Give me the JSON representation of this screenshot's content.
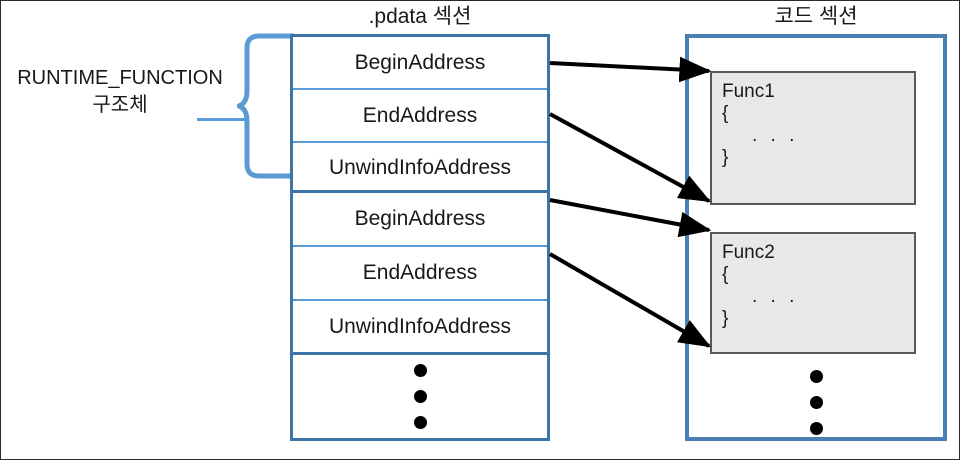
{
  "figure": {
    "type": "diagram",
    "description": "RUNTIME_FUNCTION structures in the .pdata section pointing into functions in the code section"
  },
  "struct_label": {
    "line1": "RUNTIME_FUNCTION",
    "line2": "구조체"
  },
  "pdata_section": {
    "title": ".pdata 섹션",
    "entries": [
      {
        "fields": [
          {
            "name": "BeginAddress"
          },
          {
            "name": "EndAddress"
          },
          {
            "name": "UnwindInfoAddress"
          }
        ]
      },
      {
        "fields": [
          {
            "name": "BeginAddress"
          },
          {
            "name": "EndAddress"
          },
          {
            "name": "UnwindInfoAddress"
          }
        ]
      }
    ],
    "continuation": "⋮"
  },
  "code_section": {
    "title": "코드 섹션",
    "functions": [
      {
        "name": "Func1",
        "open_brace": "{",
        "body": ". . .",
        "close_brace": "}"
      },
      {
        "name": "Func2",
        "open_brace": "{",
        "body": ". . .",
        "close_brace": "}"
      }
    ],
    "continuation": "⋮"
  },
  "arrows": [
    {
      "from": "entry1.BeginAddress",
      "to": "Func1.start"
    },
    {
      "from": "entry1.EndAddress",
      "to": "Func1.end"
    },
    {
      "from": "entry2.BeginAddress",
      "to": "Func2.start"
    },
    {
      "from": "entry2.EndAddress",
      "to": "Func2.end"
    }
  ],
  "colors": {
    "section_border_blue": "#3c74a8",
    "row_divider_blue": "#5b9bd5",
    "brace_blue": "#5b9bd5",
    "func_fill": "#e8e8e8",
    "func_border": "#595959",
    "arrow": "#000000",
    "text": "#181818",
    "page_border": "#2b2b2b"
  }
}
